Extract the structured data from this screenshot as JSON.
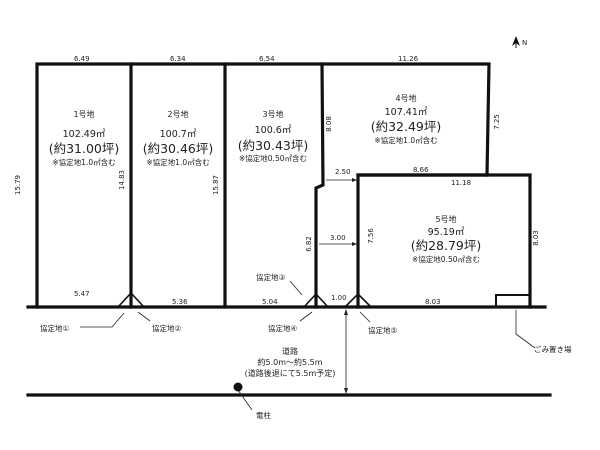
{
  "lots": [
    {
      "number": "1号地",
      "area_m2": "102.49㎡",
      "area_tsubo": "(約31.00坪)",
      "note": "※協定地1.0㎡含む"
    },
    {
      "number": "2号地",
      "area_m2": "100.7㎡",
      "area_tsubo": "(約30.46坪)",
      "note": "※協定地1.0㎡含む"
    },
    {
      "number": "3号地",
      "area_m2": "100.6㎡",
      "area_tsubo": "(約30.43坪)",
      "note": "※協定地0.50㎡含む"
    },
    {
      "number": "4号地",
      "area_m2": "107.41㎡",
      "area_tsubo": "(約32.49坪)",
      "note": "※協定地1.0㎡含む"
    },
    {
      "number": "5号地",
      "area_m2": "95.19㎡",
      "area_tsubo": "(約28.79坪)",
      "note": "※協定地0.50㎡含む"
    }
  ],
  "dimensions": {
    "top_1": "6.49",
    "top_2": "6.34",
    "top_3": "6.54",
    "top_4": "11.26",
    "left_1": "15.79",
    "right_1": "14.83",
    "right_2": "15.87",
    "right_3_upper": "8.08",
    "right_4": "7.25",
    "step_3": "2.50",
    "lot4_bottom": "8.66",
    "lot5_top": "11.18",
    "right_3_lower": "6.82",
    "flag_3": "3.00",
    "flag_5": "7.56",
    "right_5": "8.03",
    "bottom_1": "5.47",
    "bottom_2": "5.36",
    "bottom_3": "5.04",
    "bottom_gap": "1.00",
    "bottom_5": "8.03"
  },
  "agreement_labels": {
    "a1": "協定地①",
    "a2": "協定地②",
    "a3": "協定地③",
    "a4": "協定地④",
    "a5": "協定地⑤"
  },
  "road": {
    "title": "道路",
    "width": "約5.0m～約5.5m",
    "note": "(道路後退にて5.5m予定)"
  },
  "garbage_label": "ごみ置き場",
  "pole_label": "電柱",
  "north_label": "N"
}
